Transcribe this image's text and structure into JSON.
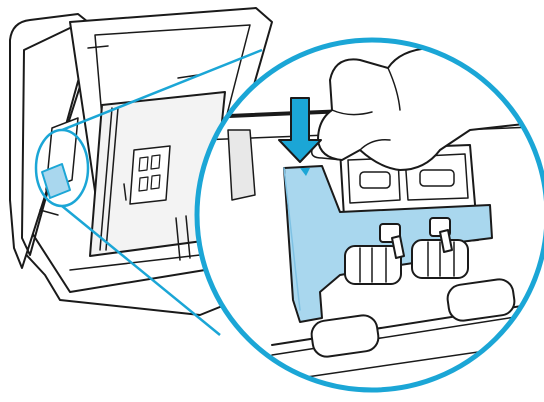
{
  "figure": {
    "kind": "line illustration",
    "colors": {
      "outline": "#1a1a1a",
      "background": "#ffffff",
      "accent": "#1ba6d6",
      "accent_fill": "#a9d7ee",
      "arrow": "#1ba6d6"
    },
    "icons": [
      "scanner-illustration",
      "magnifier-callout-circle",
      "down-arrow-icon",
      "hand-illustration",
      "roller-cover-door",
      "pickup-rollers"
    ]
  }
}
